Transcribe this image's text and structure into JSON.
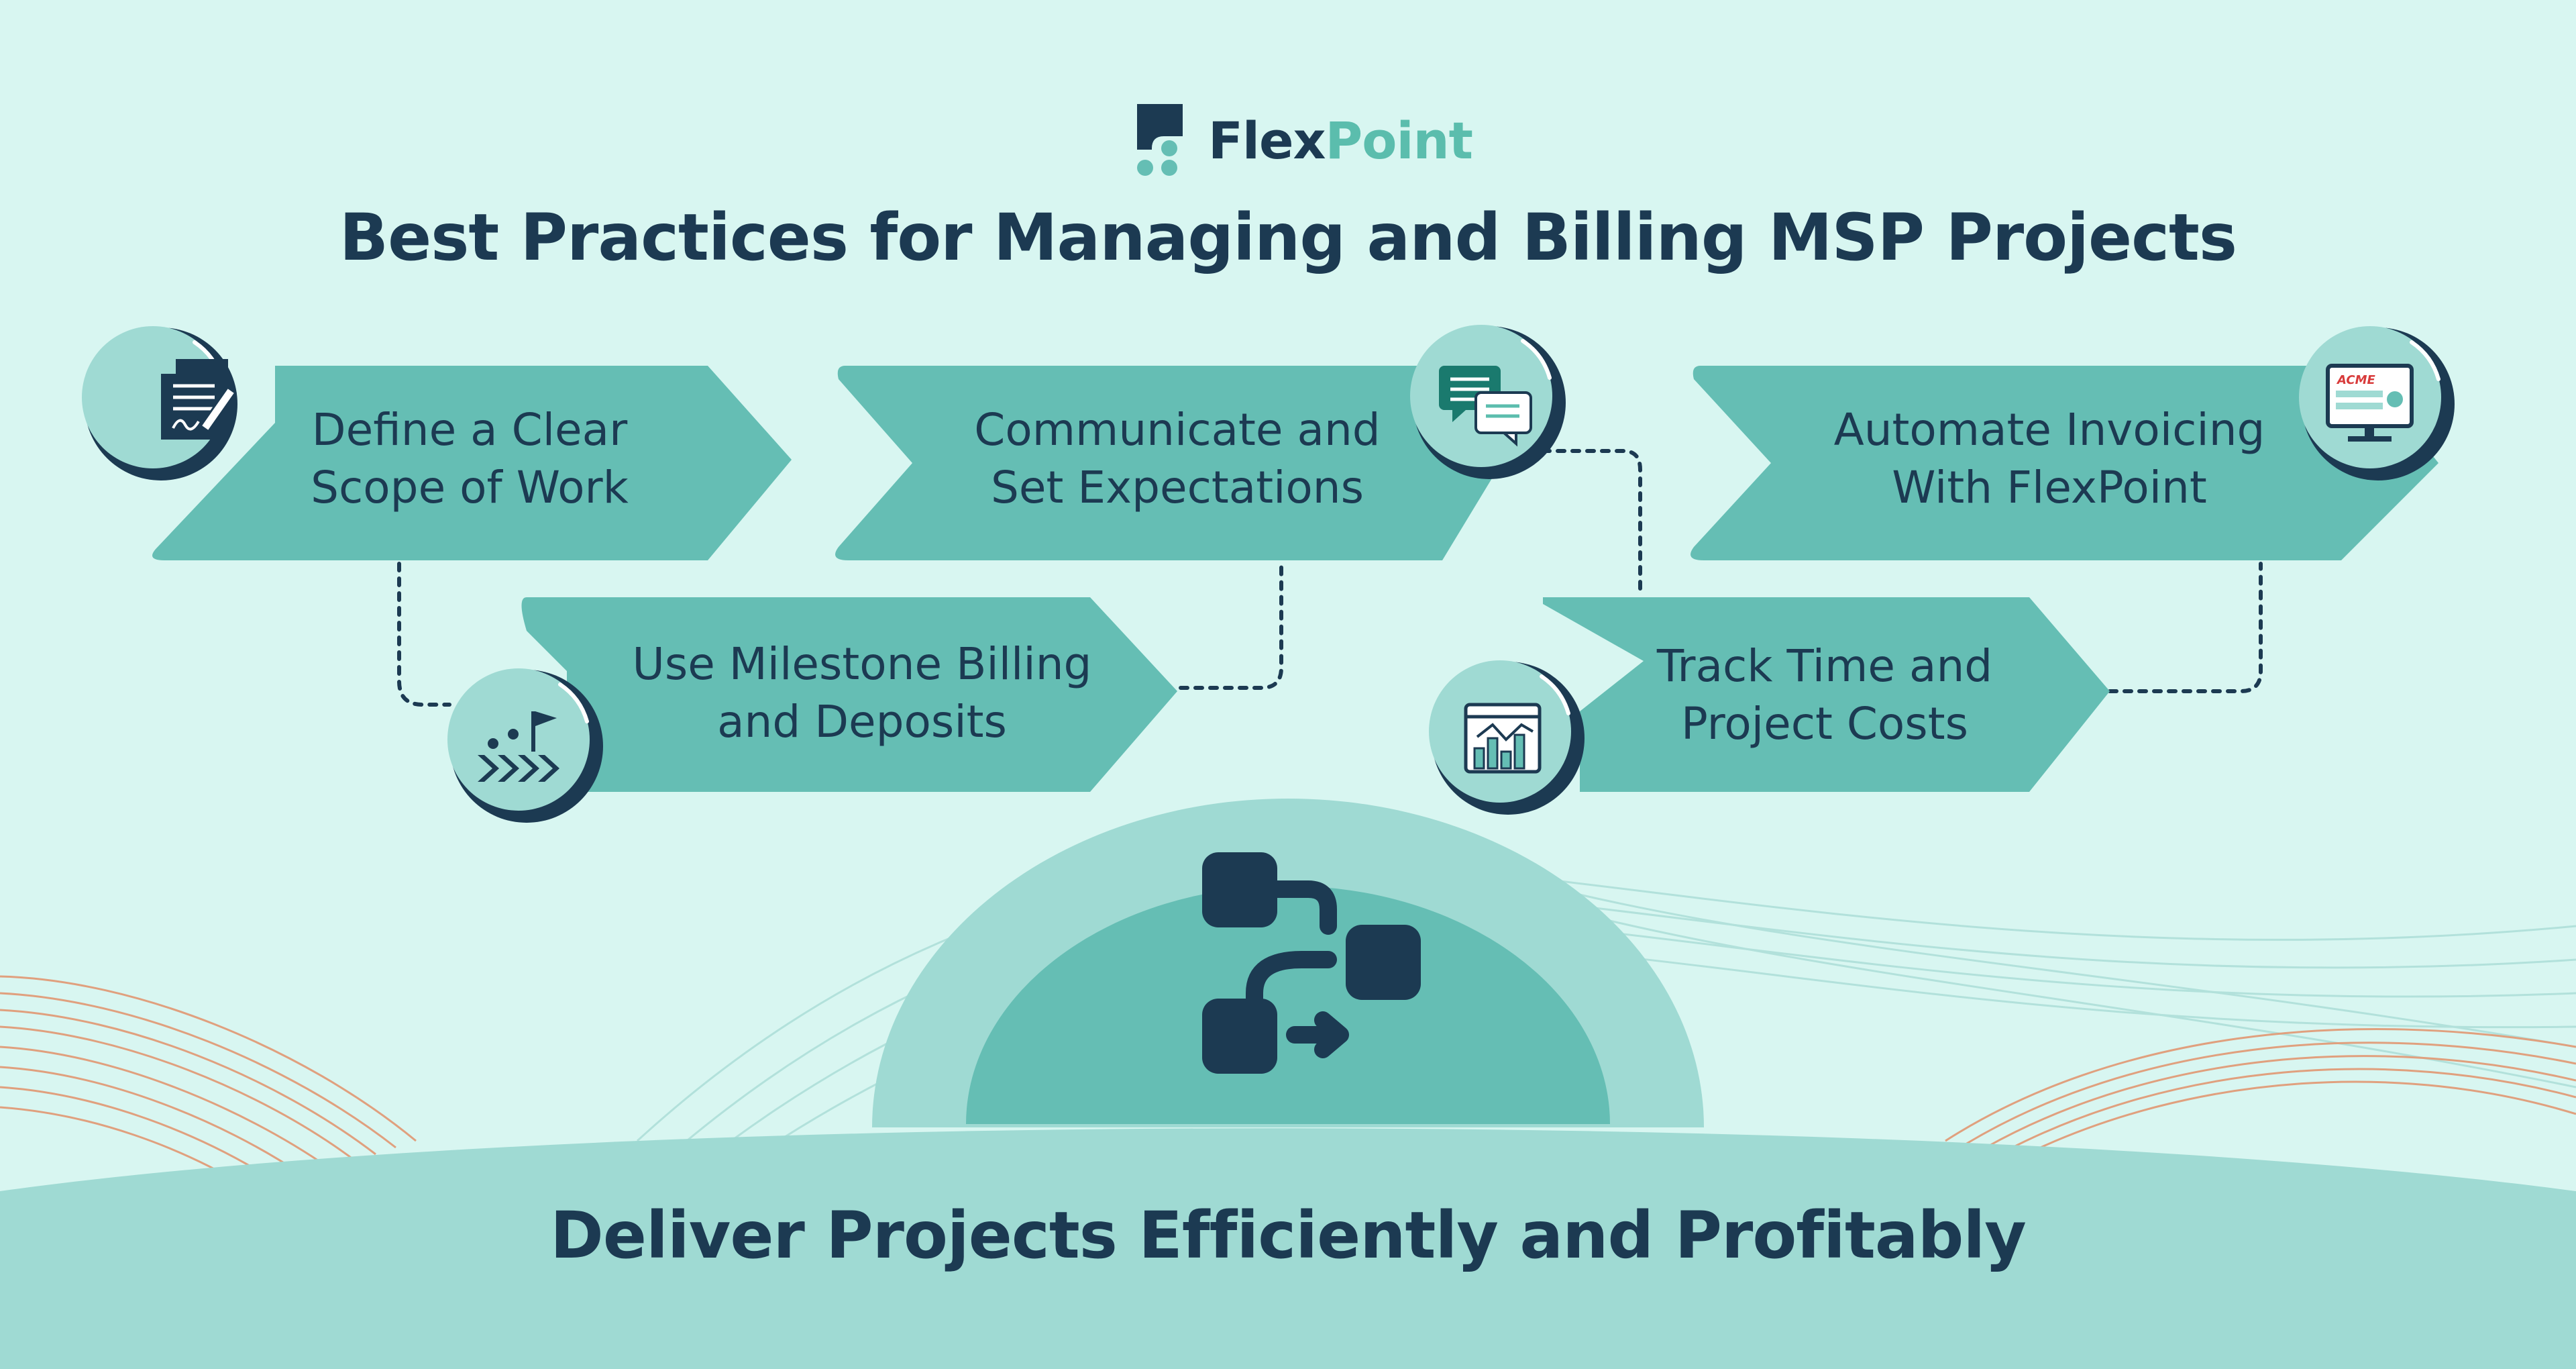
{
  "brand": {
    "name_dark": "Flex",
    "name_light": "Point"
  },
  "title": "Best Practices for Managing and Billing MSP Projects",
  "steps": [
    {
      "line1": "Define a Clear",
      "line2": "Scope of Work",
      "icon": "document-signature-icon"
    },
    {
      "line1": "Use Milestone Billing",
      "line2": "and Deposits",
      "icon": "milestone-flag-icon"
    },
    {
      "line1": "Communicate and",
      "line2": "Set Expectations",
      "icon": "chat-bubbles-icon"
    },
    {
      "line1": "Track Time and",
      "line2": "Project Costs",
      "icon": "analytics-chart-icon"
    },
    {
      "line1": "Automate Invoicing",
      "line2": "With FlexPoint",
      "icon": "invoice-monitor-icon"
    }
  ],
  "invoice_logo": "ACME",
  "footer": "Deliver Projects Efficiently and Profitably",
  "colors": {
    "background": "#d8f6f1",
    "arrow": "#65beb4",
    "dark": "#1c3a52",
    "light_teal": "#9fdad3",
    "accent_orange": "#e0a07e"
  }
}
